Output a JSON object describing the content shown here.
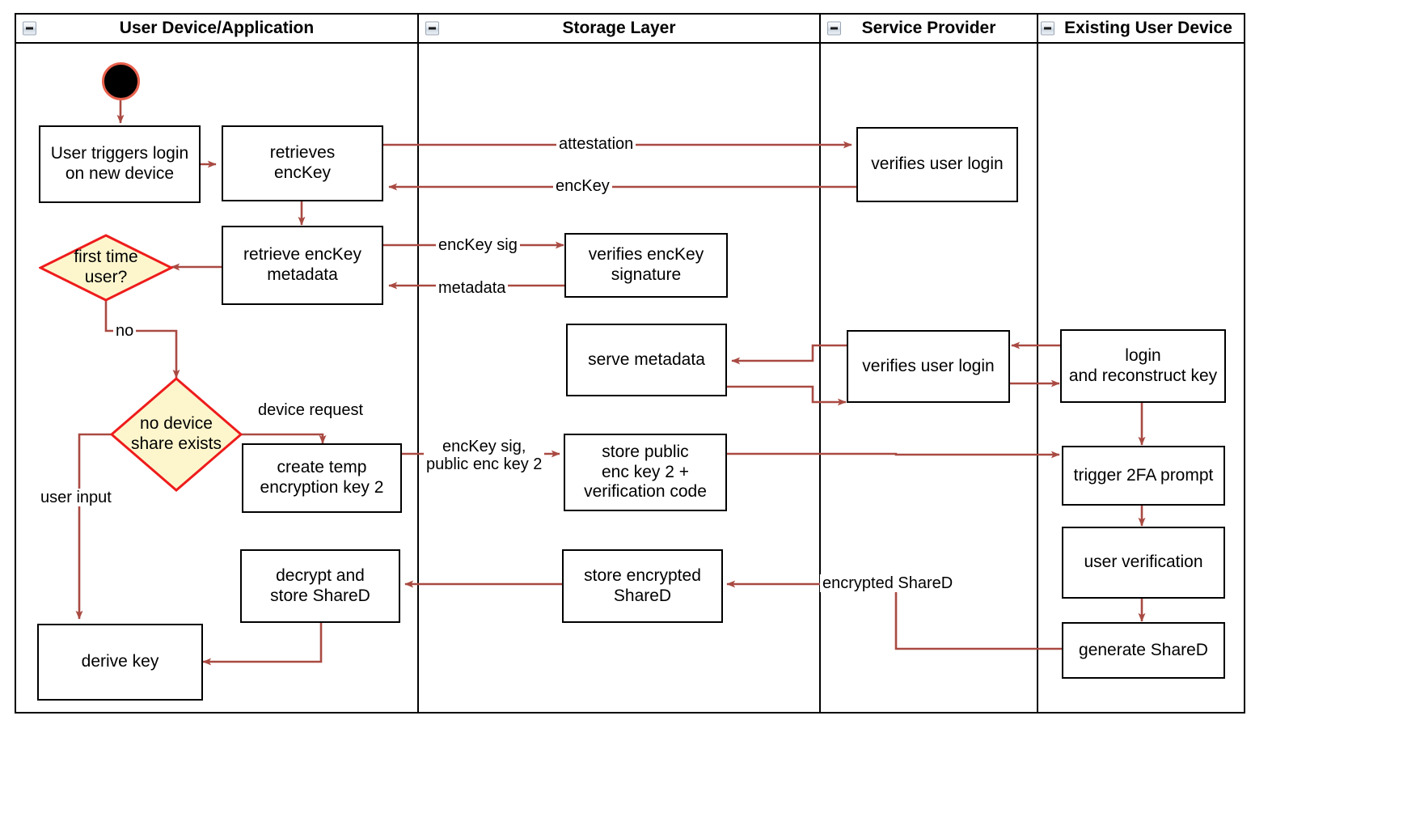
{
  "diagram": {
    "type": "uml-activity-swimlane",
    "accent_arrow_color": "#a94a42",
    "decision_fill": "#fdf6cd",
    "decision_stroke": "#ee1c1c",
    "node_stroke": "#000000",
    "start_node_stroke": "#e8604c"
  },
  "lanes": [
    {
      "id": "user-device",
      "title": "User Device/Application",
      "collapse_icon": "minus-icon"
    },
    {
      "id": "storage-layer",
      "title": "Storage Layer",
      "collapse_icon": "minus-icon"
    },
    {
      "id": "service-provider",
      "title": "Service Provider",
      "collapse_icon": "minus-icon"
    },
    {
      "id": "existing-user-device",
      "title": "Existing User Device",
      "collapse_icon": "minus-icon"
    }
  ],
  "nodes": {
    "start": {
      "label": ""
    },
    "user_triggers_login": {
      "label": "User triggers login\non new device"
    },
    "retrieves_enckey": {
      "label": "retrieves\nencKey"
    },
    "retrieve_enckey_metadata": {
      "label": "retrieve encKey\nmetadata"
    },
    "first_time_user": {
      "label": "first time\nuser?"
    },
    "no_device_share_exists": {
      "label": "no device\nshare exists"
    },
    "create_temp_encryption_key_2": {
      "label": "create temp\nencryption key 2"
    },
    "decrypt_and_store_shared": {
      "label": "decrypt and\nstore ShareD"
    },
    "derive_key": {
      "label": "derive key"
    },
    "verifies_enckey_signature": {
      "label": "verifies encKey\nsignature"
    },
    "serve_metadata": {
      "label": "serve metadata"
    },
    "store_public_enc_key_2": {
      "label": "store public\nenc key 2 +\nverification code"
    },
    "store_encrypted_shared": {
      "label": "store encrypted\nShareD"
    },
    "verifies_user_login_top": {
      "label": "verifies user login"
    },
    "verifies_user_login_mid": {
      "label": "verifies user login"
    },
    "login_and_reconstruct_key": {
      "label": "login\nand reconstruct key"
    },
    "trigger_2fa_prompt": {
      "label": "trigger 2FA prompt"
    },
    "user_verification": {
      "label": "user verification"
    },
    "generate_shared": {
      "label": "generate ShareD"
    }
  },
  "edge_labels": {
    "attestation": "attestation",
    "enckey": "encKey",
    "enckey_sig": "encKey sig",
    "metadata": "metadata",
    "no": "no",
    "device_request": "device request",
    "enckey_sig_public_enc_key_2": "encKey sig,\npublic enc key 2",
    "user_input": "user input",
    "encrypted_shared": "encrypted ShareD"
  }
}
